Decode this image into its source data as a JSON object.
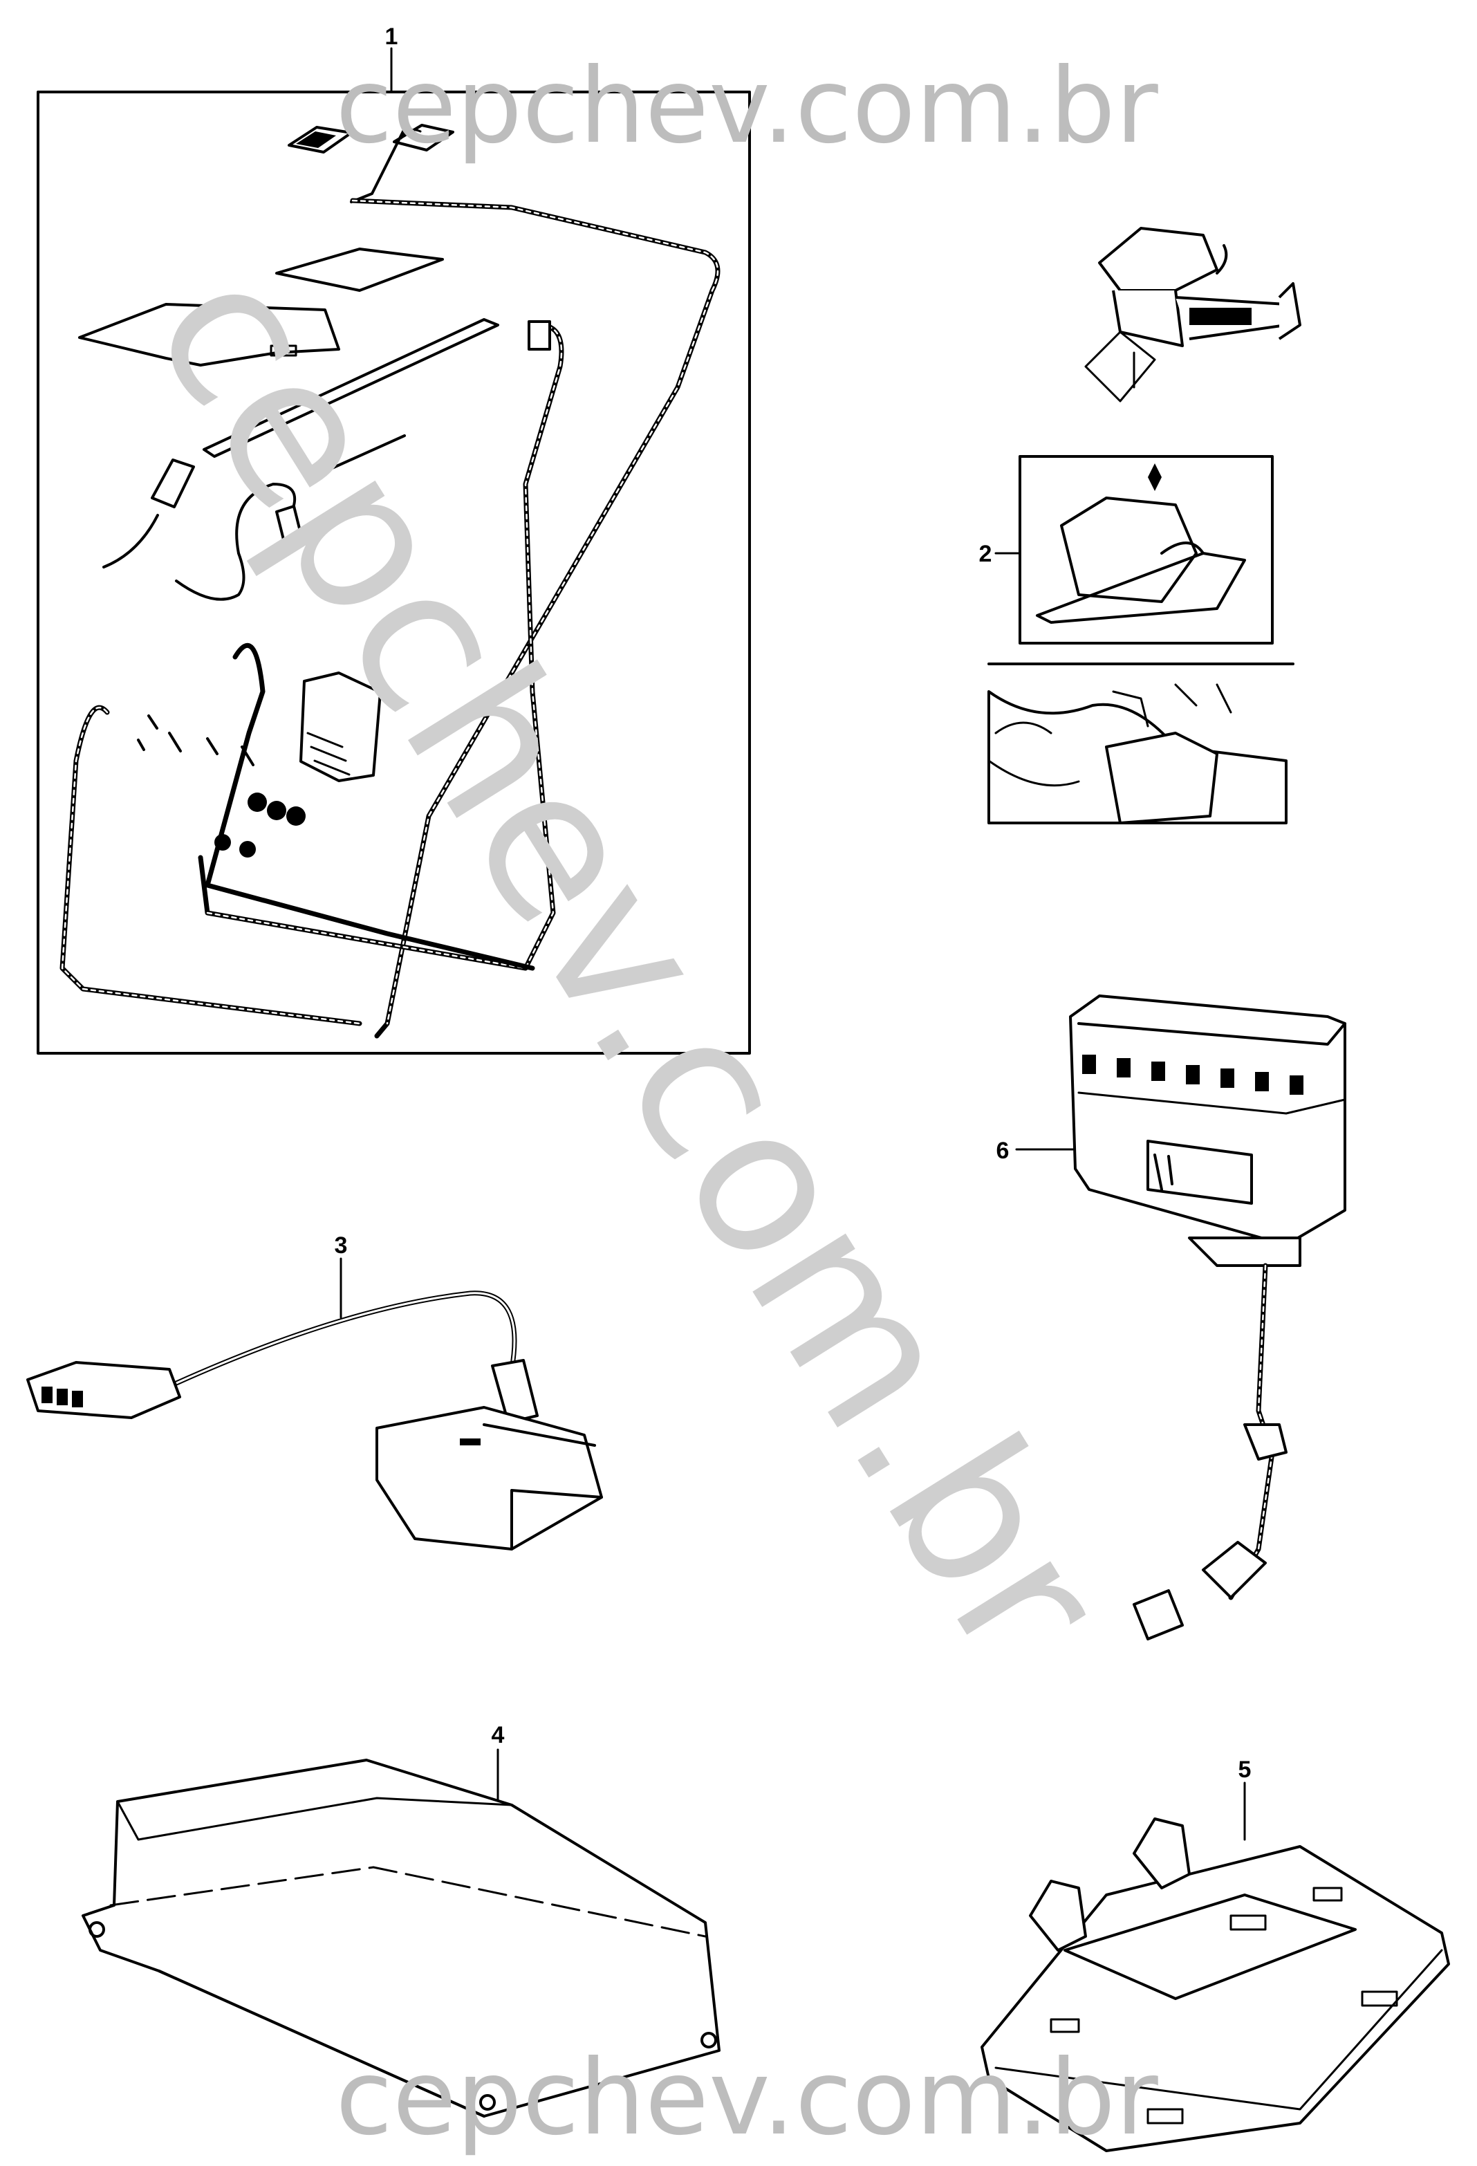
{
  "watermark": {
    "top": "cepchev.com.br",
    "bottom": "cepchev.com.br",
    "diagonal": "cepchev.com.br"
  },
  "callouts": {
    "p1": "1",
    "p2": "2",
    "p3": "3",
    "p4": "4",
    "p5": "5",
    "p6": "6"
  }
}
